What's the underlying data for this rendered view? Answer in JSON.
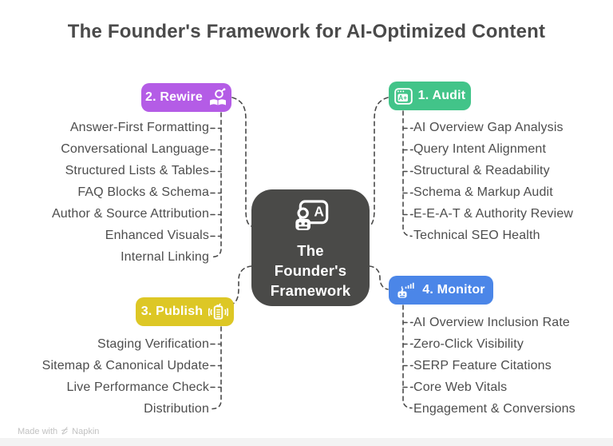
{
  "title": "The Founder's Framework for AI-Optimized Content",
  "center": {
    "icon": "ai-profile-card-icon",
    "lines": [
      "The",
      "Founder's",
      "Framework"
    ],
    "color": "#4a4a48",
    "text_color": "#ffffff"
  },
  "branches": [
    {
      "id": "audit",
      "label": "1. Audit",
      "color": "#42c489",
      "icon": "browser-grade-a-plus-icon",
      "items": [
        "AI Overview Gap Analysis",
        "Query Intent Alignment",
        "Structural & Readability",
        "Schema & Markup Audit",
        "E-E-A-T & Authority Review",
        "Technical SEO Health"
      ]
    },
    {
      "id": "rewire",
      "label": "2. Rewire",
      "color": "#b45ce6",
      "icon": "book-rewrite-icon",
      "items": [
        "Answer-First Formatting",
        "Conversational Language",
        "Structured Lists & Tables",
        "FAQ Blocks & Schema",
        "Author & Source Attribution",
        "Enhanced Visuals",
        "Internal Linking"
      ]
    },
    {
      "id": "publish",
      "label": "3. Publish",
      "color": "#ddc725",
      "icon": "press-document-icon",
      "items": [
        "Staging Verification",
        "Sitemap & Canonical Update",
        "Live Performance Check",
        "Distribution"
      ]
    },
    {
      "id": "monitor",
      "label": "4. Monitor",
      "color": "#4b86e8",
      "icon": "robot-signal-icon",
      "items": [
        "AI Overview Inclusion Rate",
        "Zero-Click Visibility",
        "SERP Feature Citations",
        "Core Web Vitals",
        "Engagement & Conversions"
      ]
    }
  ],
  "connector_color": "#4a4a4a",
  "watermark": {
    "prefix": "Made with",
    "brand": "Napkin",
    "logo": "napkin-logo-icon"
  }
}
